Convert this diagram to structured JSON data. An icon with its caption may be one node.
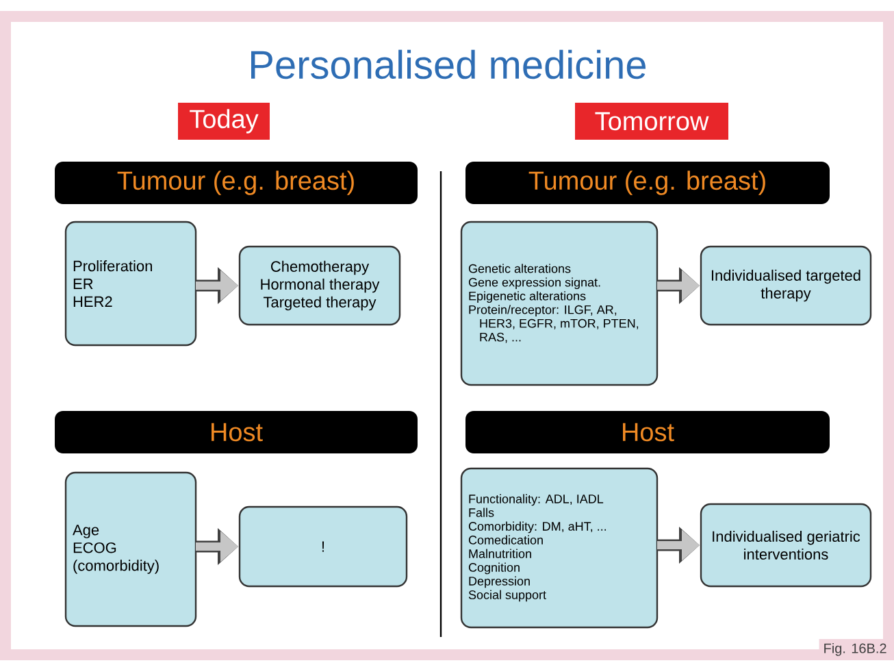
{
  "diagram": {
    "title": "Personalised medicine",
    "caption": "Fig. 16B.2",
    "nodes": [
      {
        "text": [
          "Today"
        ]
      },
      {
        "text": [
          "Tomorrow"
        ]
      },
      {
        "text": [
          "Tumour (e.g. breast)"
        ]
      },
      {
        "text": [
          "Tumour (e.g. breast)"
        ]
      },
      {
        "text": [
          "Proliferation",
          "ER",
          "HER2"
        ]
      },
      {
        "text": [
          "Chemotherapy",
          "Hormonal therapy",
          "Targeted therapy"
        ]
      },
      {
        "text": [
          "Genetic alterations",
          "Gene expression signat.",
          "Epigenetic alterations",
          "Protein/receptor: ILGF, AR, HER3, EGFR, mTOR, PTEN, RAS, ..."
        ]
      },
      {
        "text": [
          "Individualised targeted therapy"
        ]
      },
      {
        "text": [
          "Host"
        ]
      },
      {
        "text": [
          "Host"
        ]
      },
      {
        "text": [
          "Age",
          "ECOG",
          "(comorbidity)"
        ]
      },
      {
        "text": [
          "!"
        ]
      },
      {
        "text": [
          "Functionality: ADL, IADL",
          "Falls",
          "Comorbidity: DM, aHT, ...",
          "Comedication",
          "Malnutrition",
          "Cognition",
          "Depression",
          "Social support"
        ]
      },
      {
        "text": [
          "Individualised geriatric interventions"
        ]
      }
    ],
    "edges": [
      {
        "from": 4,
        "to": 5,
        "arrow": "to"
      },
      {
        "from": 6,
        "to": 7,
        "arrow": "to"
      },
      {
        "from": 10,
        "to": 11,
        "arrow": "to"
      },
      {
        "from": 12,
        "to": 13,
        "arrow": "to"
      }
    ]
  }
}
